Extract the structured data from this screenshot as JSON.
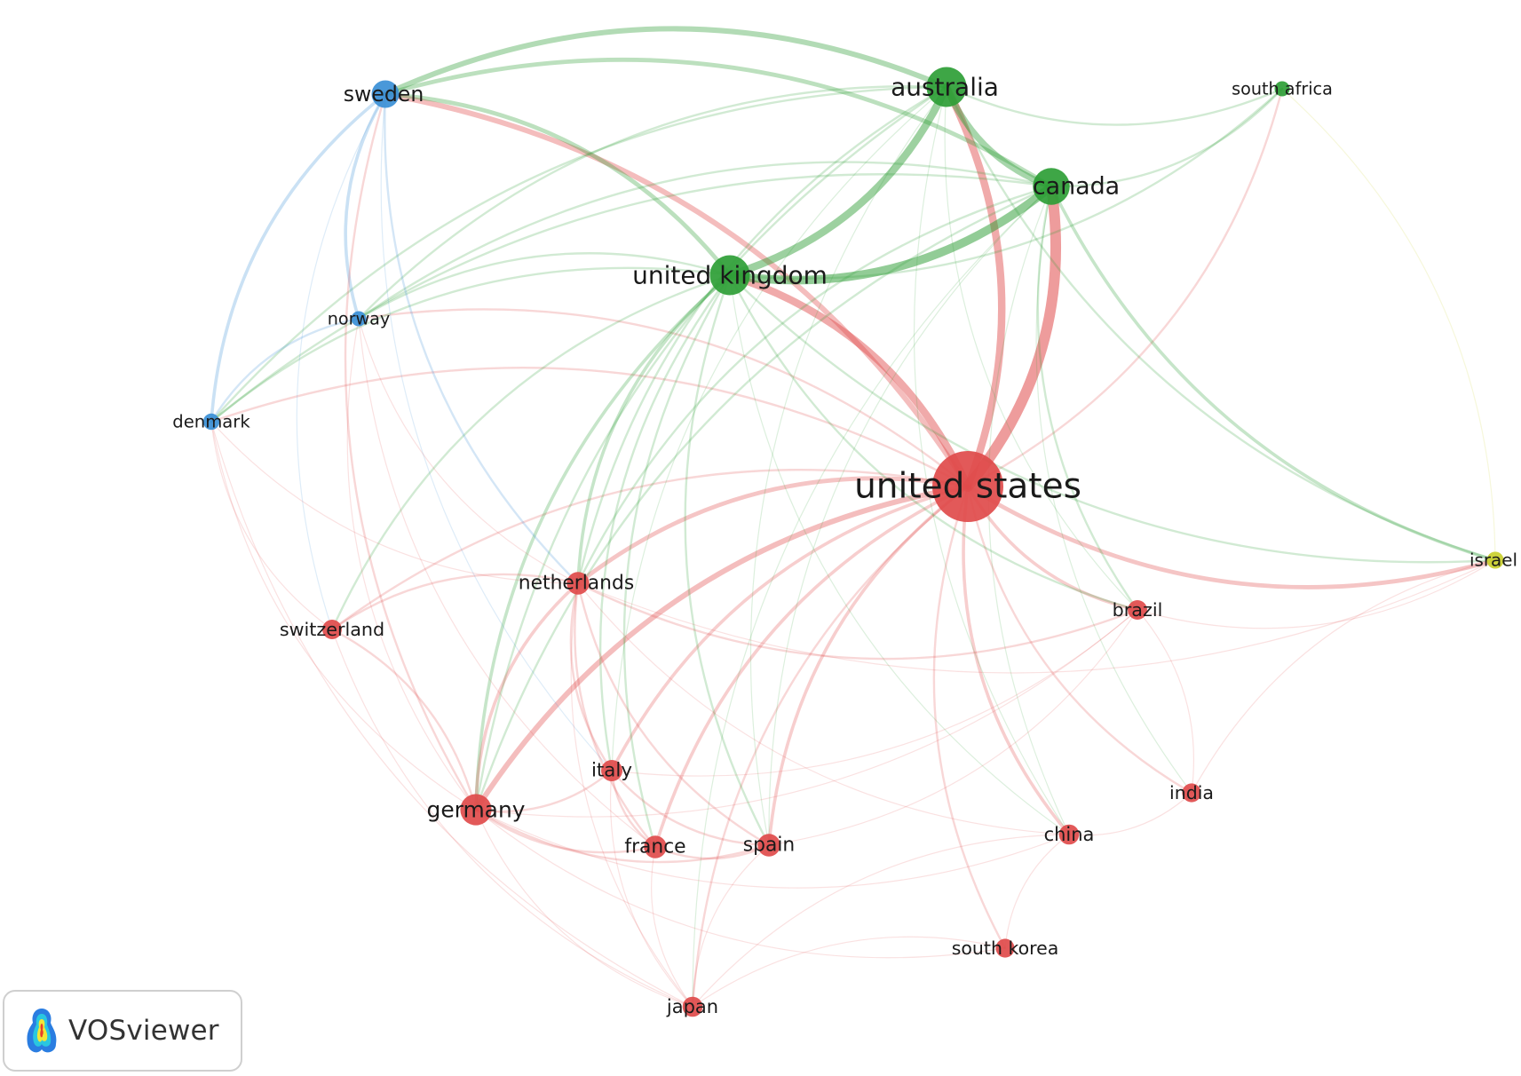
{
  "app": {
    "brand_name": "VOSviewer"
  },
  "colors": {
    "cluster-red": "#e04b4b",
    "cluster-green": "#2e9e36",
    "cluster-blue": "#3a8fd6",
    "cluster-yellow": "#c9cf2c"
  },
  "network": {
    "nodes": [
      {
        "id": "united_states",
        "label": "united states",
        "cluster": "red",
        "weight": 10
      },
      {
        "id": "united_kingdom",
        "label": "united kingdom",
        "cluster": "green",
        "weight": 5
      },
      {
        "id": "australia",
        "label": "australia",
        "cluster": "green",
        "weight": 5
      },
      {
        "id": "canada",
        "label": "canada",
        "cluster": "green",
        "weight": 4.5
      },
      {
        "id": "south_africa",
        "label": "south africa",
        "cluster": "green",
        "weight": 1
      },
      {
        "id": "sweden",
        "label": "sweden",
        "cluster": "blue",
        "weight": 3
      },
      {
        "id": "norway",
        "label": "norway",
        "cluster": "blue",
        "weight": 1
      },
      {
        "id": "denmark",
        "label": "denmark",
        "cluster": "blue",
        "weight": 1.2
      },
      {
        "id": "israel",
        "label": "israel",
        "cluster": "yellow",
        "weight": 1.3
      },
      {
        "id": "netherlands",
        "label": "netherlands",
        "cluster": "red",
        "weight": 2.2
      },
      {
        "id": "switzerland",
        "label": "switzerland",
        "cluster": "red",
        "weight": 1.7
      },
      {
        "id": "brazil",
        "label": "brazil",
        "cluster": "red",
        "weight": 1.7
      },
      {
        "id": "germany",
        "label": "germany",
        "cluster": "red",
        "weight": 3.6
      },
      {
        "id": "italy",
        "label": "italy",
        "cluster": "red",
        "weight": 2
      },
      {
        "id": "france",
        "label": "france",
        "cluster": "red",
        "weight": 2.2
      },
      {
        "id": "spain",
        "label": "spain",
        "cluster": "red",
        "weight": 2.2
      },
      {
        "id": "china",
        "label": "china",
        "cluster": "red",
        "weight": 1.8
      },
      {
        "id": "india",
        "label": "india",
        "cluster": "red",
        "weight": 1.6
      },
      {
        "id": "south_korea",
        "label": "south korea",
        "cluster": "red",
        "weight": 1.6
      },
      {
        "id": "japan",
        "label": "japan",
        "cluster": "red",
        "weight": 1.8
      }
    ],
    "links": [
      [
        "united_states",
        "canada",
        10
      ],
      [
        "united_states",
        "australia",
        7
      ],
      [
        "united_states",
        "united_kingdom",
        7
      ],
      [
        "united_states",
        "sweden",
        5
      ],
      [
        "united_states",
        "israel",
        4
      ],
      [
        "united_states",
        "netherlands",
        4
      ],
      [
        "united_states",
        "germany",
        5
      ],
      [
        "united_states",
        "brazil",
        3
      ],
      [
        "united_states",
        "china",
        3
      ],
      [
        "united_states",
        "spain",
        3
      ],
      [
        "united_states",
        "france",
        3
      ],
      [
        "united_states",
        "italy",
        3
      ],
      [
        "united_states",
        "switzerland",
        2
      ],
      [
        "united_states",
        "india",
        2
      ],
      [
        "united_states",
        "south_korea",
        2
      ],
      [
        "united_states",
        "japan",
        2
      ],
      [
        "united_states",
        "denmark",
        2
      ],
      [
        "united_states",
        "norway",
        2
      ],
      [
        "united_states",
        "south_africa",
        2
      ],
      [
        "united_kingdom",
        "australia",
        7
      ],
      [
        "united_kingdom",
        "canada",
        8
      ],
      [
        "united_kingdom",
        "sweden",
        4
      ],
      [
        "united_kingdom",
        "netherlands",
        3
      ],
      [
        "united_kingdom",
        "germany",
        3
      ],
      [
        "united_kingdom",
        "norway",
        2
      ],
      [
        "united_kingdom",
        "denmark",
        2
      ],
      [
        "united_kingdom",
        "italy",
        2
      ],
      [
        "united_kingdom",
        "spain",
        2
      ],
      [
        "united_kingdom",
        "france",
        2
      ],
      [
        "united_kingdom",
        "switzerland",
        2
      ],
      [
        "united_kingdom",
        "south_africa",
        2
      ],
      [
        "united_kingdom",
        "brazil",
        2
      ],
      [
        "united_kingdom",
        "israel",
        2
      ],
      [
        "united_kingdom",
        "china",
        1
      ],
      [
        "australia",
        "canada",
        6
      ],
      [
        "australia",
        "sweden",
        5
      ],
      [
        "australia",
        "south_africa",
        2
      ],
      [
        "australia",
        "germany",
        2
      ],
      [
        "australia",
        "netherlands",
        2
      ],
      [
        "australia",
        "norway",
        2
      ],
      [
        "australia",
        "denmark",
        2
      ],
      [
        "australia",
        "israel",
        2
      ],
      [
        "australia",
        "brazil",
        1
      ],
      [
        "australia",
        "china",
        1
      ],
      [
        "australia",
        "spain",
        1
      ],
      [
        "australia",
        "italy",
        1
      ],
      [
        "canada",
        "sweden",
        4
      ],
      [
        "canada",
        "israel",
        3
      ],
      [
        "canada",
        "germany",
        2
      ],
      [
        "canada",
        "netherlands",
        2
      ],
      [
        "canada",
        "brazil",
        2
      ],
      [
        "canada",
        "south_africa",
        2
      ],
      [
        "canada",
        "norway",
        2
      ],
      [
        "canada",
        "denmark",
        2
      ],
      [
        "canada",
        "china",
        1
      ],
      [
        "canada",
        "india",
        1
      ],
      [
        "canada",
        "spain",
        1
      ],
      [
        "canada",
        "japan",
        1
      ],
      [
        "sweden",
        "norway",
        3
      ],
      [
        "sweden",
        "denmark",
        3
      ],
      [
        "sweden",
        "netherlands",
        2
      ],
      [
        "sweden",
        "germany",
        2
      ],
      [
        "sweden",
        "switzerland",
        1
      ],
      [
        "sweden",
        "italy",
        1
      ],
      [
        "norway",
        "denmark",
        2
      ],
      [
        "norway",
        "netherlands",
        1
      ],
      [
        "norway",
        "germany",
        1
      ],
      [
        "norway",
        "france",
        1
      ],
      [
        "denmark",
        "germany",
        1
      ],
      [
        "denmark",
        "netherlands",
        1
      ],
      [
        "denmark",
        "switzerland",
        1
      ],
      [
        "denmark",
        "japan",
        1
      ],
      [
        "netherlands",
        "germany",
        3
      ],
      [
        "netherlands",
        "switzerland",
        2
      ],
      [
        "netherlands",
        "italy",
        2
      ],
      [
        "netherlands",
        "france",
        2
      ],
      [
        "netherlands",
        "spain",
        2
      ],
      [
        "netherlands",
        "brazil",
        2
      ],
      [
        "netherlands",
        "china",
        1
      ],
      [
        "netherlands",
        "japan",
        1
      ],
      [
        "netherlands",
        "israel",
        1
      ],
      [
        "germany",
        "italy",
        2
      ],
      [
        "germany",
        "france",
        2
      ],
      [
        "germany",
        "spain",
        2
      ],
      [
        "germany",
        "switzerland",
        2
      ],
      [
        "germany",
        "japan",
        1
      ],
      [
        "germany",
        "china",
        1
      ],
      [
        "germany",
        "south_korea",
        1
      ],
      [
        "germany",
        "brazil",
        1
      ],
      [
        "italy",
        "france",
        2
      ],
      [
        "italy",
        "spain",
        2
      ],
      [
        "italy",
        "japan",
        1
      ],
      [
        "italy",
        "brazil",
        1
      ],
      [
        "france",
        "spain",
        2
      ],
      [
        "france",
        "japan",
        1
      ],
      [
        "spain",
        "japan",
        1
      ],
      [
        "spain",
        "brazil",
        1
      ],
      [
        "china",
        "south_korea",
        1
      ],
      [
        "china",
        "india",
        1
      ],
      [
        "china",
        "japan",
        1
      ],
      [
        "india",
        "brazil",
        1
      ],
      [
        "south_korea",
        "japan",
        1
      ],
      [
        "brazil",
        "israel",
        1
      ],
      [
        "switzerland",
        "japan",
        1
      ],
      [
        "israel",
        "south_africa",
        1
      ],
      [
        "israel",
        "india",
        1
      ]
    ]
  }
}
